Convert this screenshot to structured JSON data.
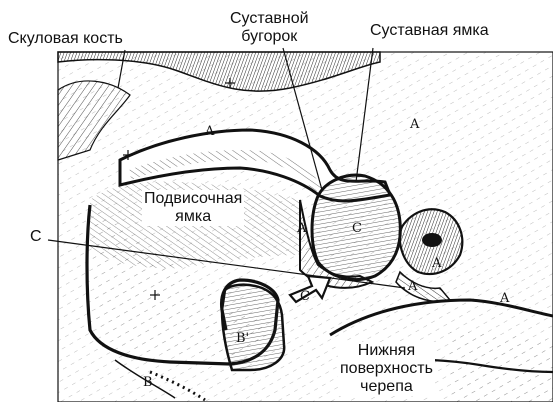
{
  "labels": {
    "zygomatic_bone": "Скуловая кость",
    "articular_tubercle_line1": "Суставной",
    "articular_tubercle_line2": "бугорок",
    "articular_fossa": "Суставная ямка",
    "infratemporal_fossa_line1": "Подвисочная",
    "infratemporal_fossa_line2": "ямка",
    "skull_surface_line1": "Нижняя",
    "skull_surface_line2": "поверхность",
    "skull_surface_line3": "черепа",
    "letter_c_left": "C"
  },
  "letters": {
    "a": "A",
    "b": "B",
    "b_prime": "B'",
    "c": "C"
  },
  "colors": {
    "ink": "#111111",
    "paper": "#ffffff"
  }
}
